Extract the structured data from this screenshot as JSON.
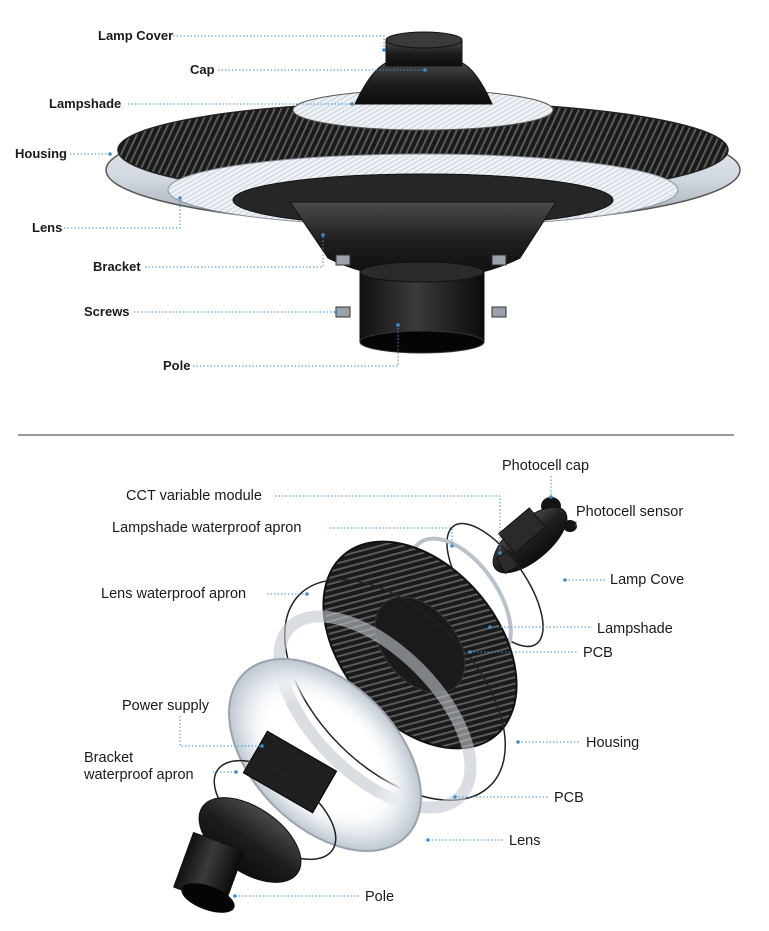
{
  "assembled_view": {
    "labels": [
      "Lamp Cover",
      "Cap",
      "Lampshade",
      "Housing",
      "Lens",
      "Bracket",
      "Screws",
      "Pole"
    ]
  },
  "exploded_view": {
    "labels": [
      "Photocell cap",
      "CCT variable module",
      "Photocell sensor",
      "Lampshade waterproof apron",
      "Lamp Cove",
      "Lens waterproof apron",
      "Lampshade",
      "PCB",
      "Power supply",
      "Housing",
      "Bracket",
      "waterproof apron",
      "PCB",
      "Lens",
      "Pole"
    ]
  },
  "colors": {
    "leader_line": "#3f8fd0",
    "body_dark": "#1c1c1c",
    "divider": "#333333"
  }
}
